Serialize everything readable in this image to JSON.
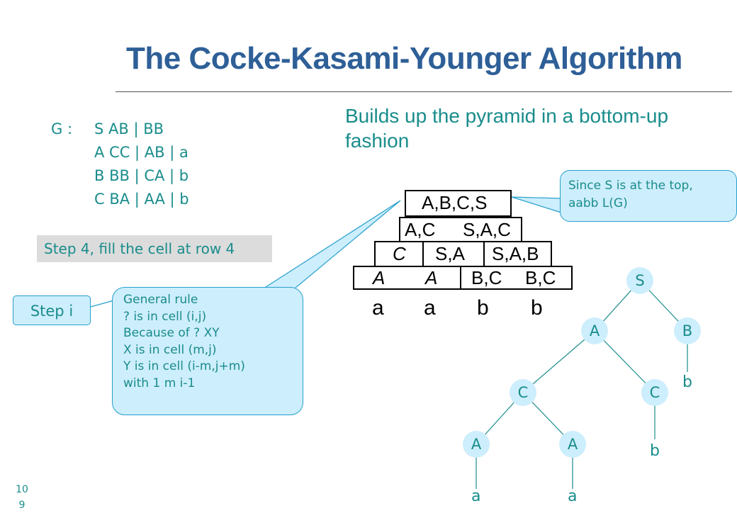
{
  "title": "The Cocke-Kasami-Younger Algorithm",
  "subtitle": "Builds up the pyramid in a bottom-up fashion",
  "grammar": {
    "label": "G :",
    "rules": [
      "S  AB | BB",
      "A  CC | AB | a",
      "B  BB | CA | b",
      "C  BA | AA | b"
    ]
  },
  "step4_label": "Step 4, fill the cell at row 4",
  "step_i_label": "Step i",
  "general_rule": [
    "General rule",
    "? is in cell (i,j)",
    "Because of ?  XY",
    "X is in cell (m,j)",
    "Y is in cell (i-m,j+m)",
    "with 1  m  i-1"
  ],
  "since_note": [
    "Since S is at the top,",
    "aabb  L(G)"
  ],
  "pyramid": {
    "row4": "A,B,C,S",
    "row3": [
      "A,C",
      "S,A,C"
    ],
    "row2": [
      "C",
      "S,A",
      "S,A,B"
    ],
    "row1": [
      "A",
      "A",
      "B,C",
      "B,C"
    ],
    "word": [
      "a",
      "a",
      "b",
      "b"
    ]
  },
  "tree": {
    "nodes": [
      "S",
      "A",
      "B",
      "C",
      "C",
      "A",
      "A"
    ],
    "leaves": [
      "b",
      "b",
      "a",
      "a"
    ]
  },
  "page_number": [
    "10",
    "9"
  ],
  "colors": {
    "title": "#2e5f97",
    "text": "#1a8c8c",
    "callout_fill": "#cdeefc",
    "callout_border": "#27a0cc"
  }
}
